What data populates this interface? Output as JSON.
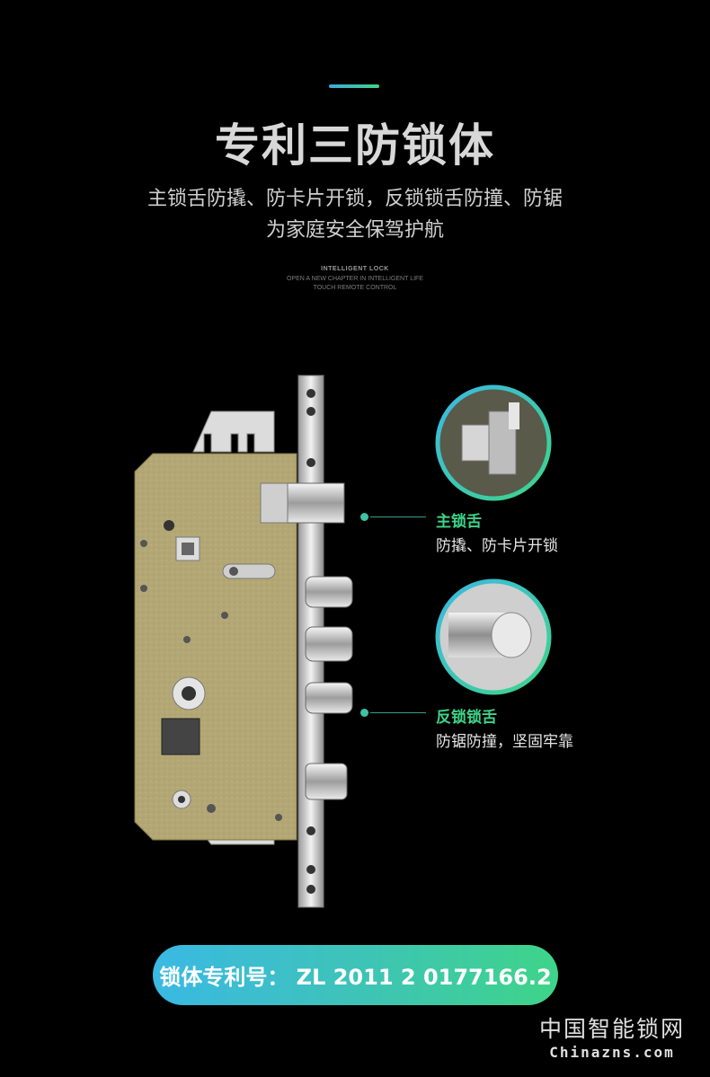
{
  "title": "专利三防锁体",
  "subtitle_lines": [
    "主锁舌防撬、防卡片开锁，反锁锁舌防撞、防锯",
    "为家庭安全保驾护航"
  ],
  "tagline": {
    "line1": "INTELLIGENT LOCK",
    "line2": "OPEN A NEW CHAPTER IN INTELLIGENT LIFE",
    "line3": "TOUCH REMOTE CONTROL"
  },
  "callouts": [
    {
      "title": "主锁舌",
      "desc": "防撬、防卡片开锁"
    },
    {
      "title": "反锁锁舌",
      "desc": "防锯防撞，坚固牢靠"
    }
  ],
  "patent": "锁体专利号：  ZL 2011 2 0177166.2",
  "watermark": {
    "line1": "中国智能锁网",
    "line2": "Chinazns.com"
  },
  "colors": {
    "accent_blue": "#3ab9e3",
    "accent_green": "#3ed489",
    "lock_body": "#b2a774",
    "steel": "#d9d9d9"
  }
}
